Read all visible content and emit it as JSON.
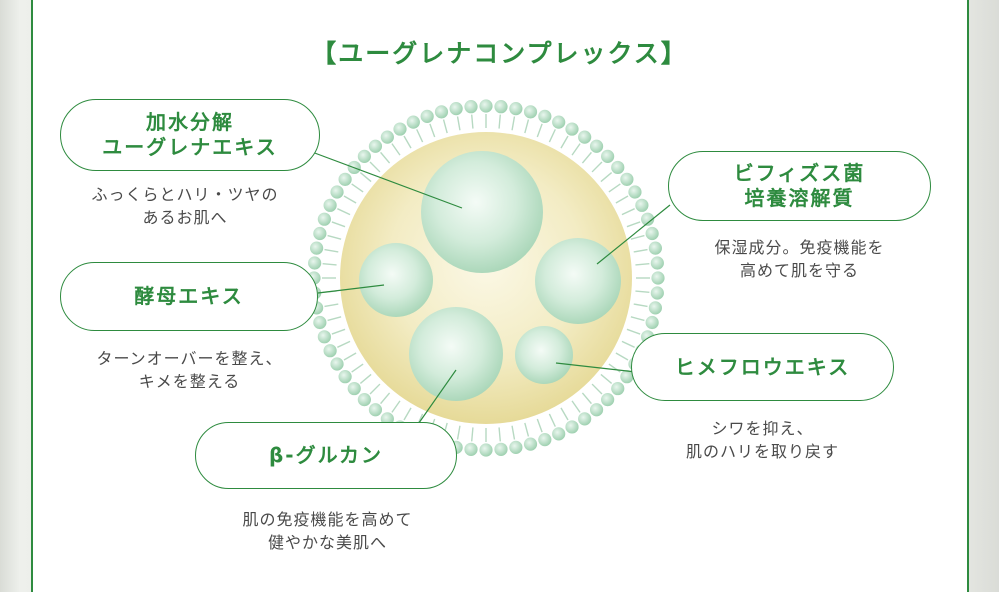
{
  "title": "【ユーグレナコンプレックス】",
  "colors": {
    "accent": "#2e8b3f",
    "cell_fill": "#efe6b0",
    "sphere": "#bfe3cc"
  },
  "components": [
    {
      "name_lines": [
        "加水分解",
        "ユーグレナエキス"
      ],
      "desc_lines": [
        "ふっくらとハリ・ツヤの",
        "あるお肌へ"
      ]
    },
    {
      "name_lines": [
        "酵母エキス"
      ],
      "desc_lines": [
        "ターンオーバーを整え、",
        "キメを整える"
      ]
    },
    {
      "name_lines": [
        "β-グルカン"
      ],
      "desc_lines": [
        "肌の免疫機能を高めて",
        "健やかな美肌へ"
      ]
    },
    {
      "name_lines": [
        "ビフィズス菌",
        "培養溶解質"
      ],
      "desc_lines": [
        "保湿成分。免疫機能を",
        "高めて肌を守る"
      ]
    },
    {
      "name_lines": [
        "ヒメフロウエキス"
      ],
      "desc_lines": [
        "シワを抑え、",
        "肌のハリを取り戻す"
      ]
    }
  ]
}
